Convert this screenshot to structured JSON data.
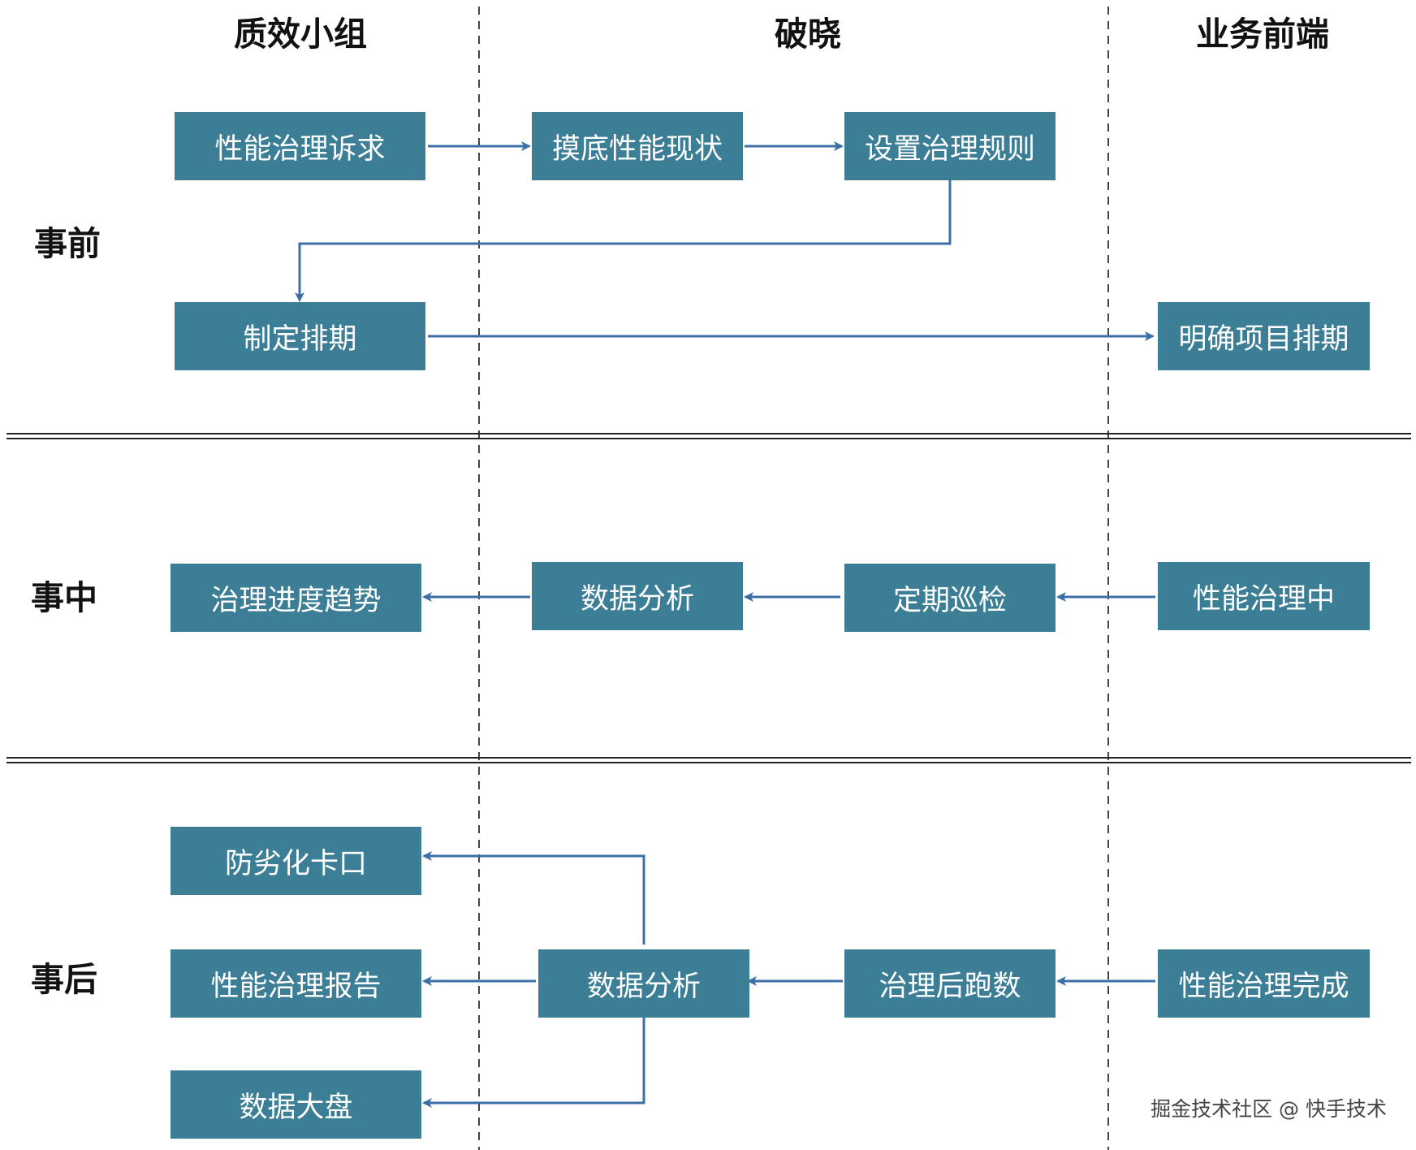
{
  "lanes": {
    "quality": "质效小组",
    "poxiao": "破晓",
    "business": "业务前端"
  },
  "phases": {
    "before": "事前",
    "during": "事中",
    "after": "事后"
  },
  "nodes": {
    "perf_requirement": "性能治理诉求",
    "baseline_status": "摸底性能现状",
    "set_rules": "设置治理规则",
    "make_schedule": "制定排期",
    "confirm_schedule": "明确项目排期",
    "governance_trend": "治理进度趋势",
    "data_analysis_during": "数据分析",
    "regular_inspection": "定期巡检",
    "perf_in_progress": "性能治理中",
    "anti_degradation": "防劣化卡口",
    "perf_report": "性能治理报告",
    "data_analysis_after": "数据分析",
    "post_run": "治理后跑数",
    "perf_done": "性能治理完成",
    "data_dashboard": "数据大盘"
  },
  "watermark": "掘金技术社区 @ 快手技术",
  "colors": {
    "node_fill": "#3b7e95",
    "node_text": "#ffffff",
    "arrow": "#3c6fa7",
    "divider": "#222222",
    "lane_divider": "#444444"
  }
}
